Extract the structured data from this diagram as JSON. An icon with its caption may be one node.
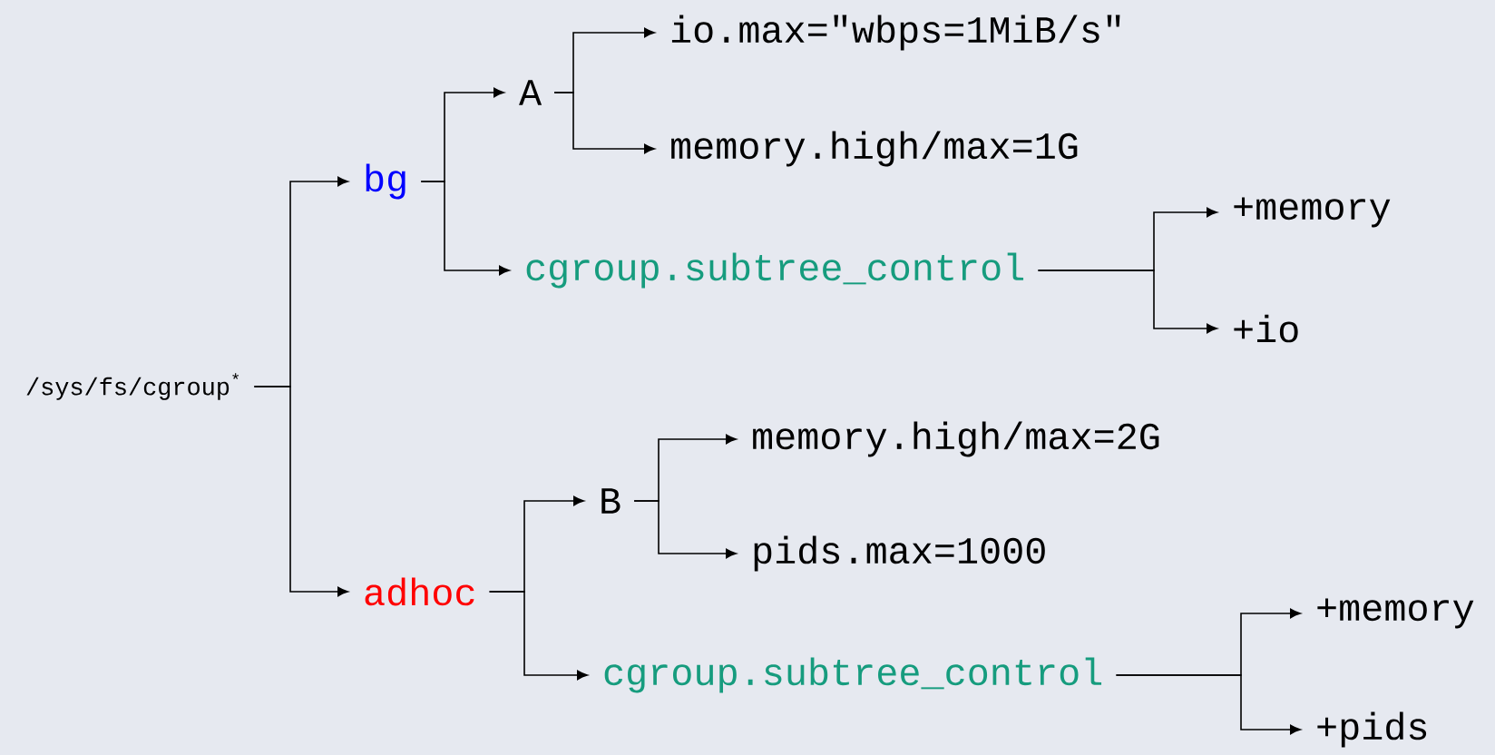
{
  "diagram": {
    "nodes": [
      {
        "text": [
          "/sys/fs/cgroup$^{*}$"
        ]
      },
      {
        "text": [
          "bg"
        ]
      },
      {
        "text": [
          "A"
        ]
      },
      {
        "text": [
          "io.max=\"wbps=1MiB/s\""
        ]
      },
      {
        "text": [
          "memory.high/max=1G"
        ]
      },
      {
        "text": [
          "cgroup.subtree_control"
        ]
      },
      {
        "text": [
          "+memory"
        ]
      },
      {
        "text": [
          "+io"
        ]
      },
      {
        "text": [
          "adhoc"
        ]
      },
      {
        "text": [
          "B"
        ]
      },
      {
        "text": [
          "memory.high/max=2G"
        ]
      },
      {
        "text": [
          "pids.max=1000"
        ]
      },
      {
        "text": [
          "cgroup.subtree_control"
        ]
      },
      {
        "text": [
          "+memory"
        ]
      },
      {
        "text": [
          "+pids"
        ]
      }
    ],
    "edges": [
      {
        "from": 0,
        "to": 1,
        "arrow": "to"
      },
      {
        "from": 0,
        "to": 8,
        "arrow": "to"
      },
      {
        "from": 1,
        "to": 2,
        "arrow": "to"
      },
      {
        "from": 1,
        "to": 5,
        "arrow": "to"
      },
      {
        "from": 2,
        "to": 3,
        "arrow": "to"
      },
      {
        "from": 2,
        "to": 4,
        "arrow": "to"
      },
      {
        "from": 5,
        "to": 6,
        "arrow": "to"
      },
      {
        "from": 5,
        "to": 7,
        "arrow": "to"
      },
      {
        "from": 8,
        "to": 9,
        "arrow": "to"
      },
      {
        "from": 8,
        "to": 12,
        "arrow": "to"
      },
      {
        "from": 9,
        "to": 10,
        "arrow": "to"
      },
      {
        "from": 9,
        "to": 11,
        "arrow": "to"
      },
      {
        "from": 12,
        "to": 13,
        "arrow": "to"
      },
      {
        "from": 12,
        "to": 14,
        "arrow": "to"
      }
    ]
  }
}
